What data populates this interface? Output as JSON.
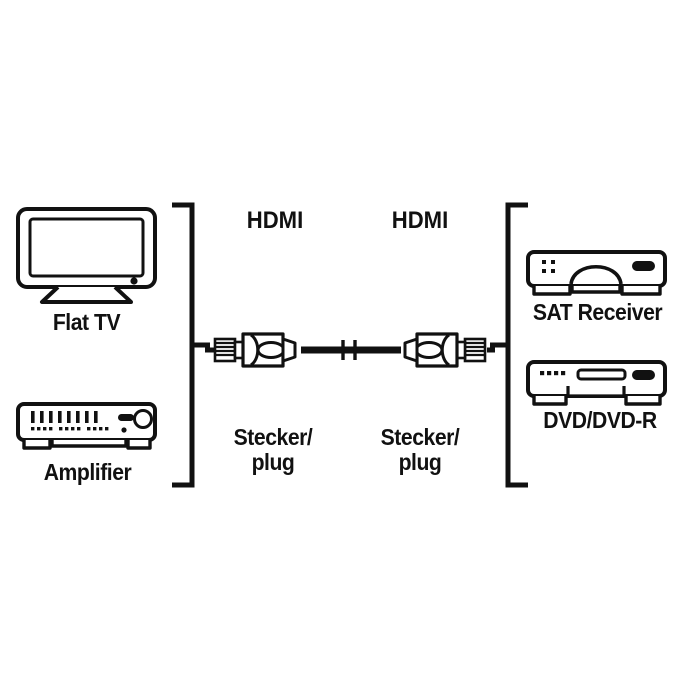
{
  "diagram": {
    "title": "HDMI cable connection diagram",
    "background_color": "#ffffff",
    "line_color": "#111111"
  },
  "left_group": {
    "bracket_name": "left-source-bracket",
    "devices": [
      {
        "icon": "flat-tv-icon",
        "label": "Flat TV"
      },
      {
        "icon": "amplifier-icon",
        "label": "Amplifier"
      }
    ]
  },
  "right_group": {
    "bracket_name": "right-source-bracket",
    "devices": [
      {
        "icon": "sat-receiver-icon",
        "label": "SAT Receiver"
      },
      {
        "icon": "dvd-recorder-icon",
        "label": "DVD/DVD-R"
      }
    ]
  },
  "cable": {
    "icon": "hdmi-cable-icon",
    "connectors": [
      {
        "icon": "hdmi-plug-icon",
        "type_label": "HDMI",
        "name_label": "Stecker/\nplug"
      },
      {
        "icon": "hdmi-plug-icon",
        "type_label": "HDMI",
        "name_label": "Stecker/\nplug"
      }
    ]
  }
}
